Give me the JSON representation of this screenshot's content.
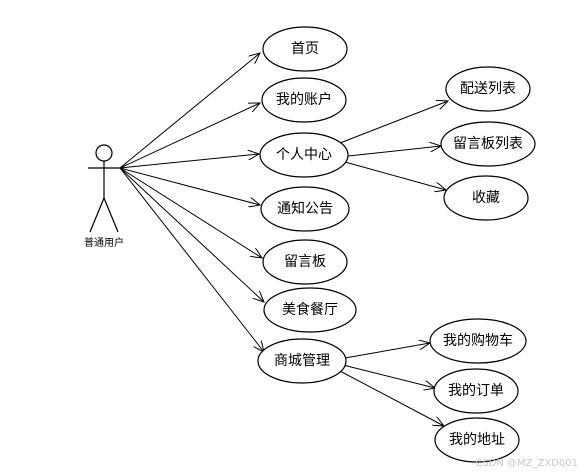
{
  "actor": {
    "label": "普通用户"
  },
  "use_cases": {
    "home": "首页",
    "my_account": "我的账户",
    "personal_center": "个人中心",
    "notice": "通知公告",
    "message_board": "留言板",
    "food_restaurant": "美食餐厅",
    "mall_management": "商城管理",
    "delivery_list": "配送列表",
    "message_board_list": "留言板列表",
    "favorites": "收藏",
    "my_cart": "我的购物车",
    "my_orders": "我的订单",
    "my_address": "我的地址"
  },
  "watermark": "CSDN @MZ_ZXD001"
}
